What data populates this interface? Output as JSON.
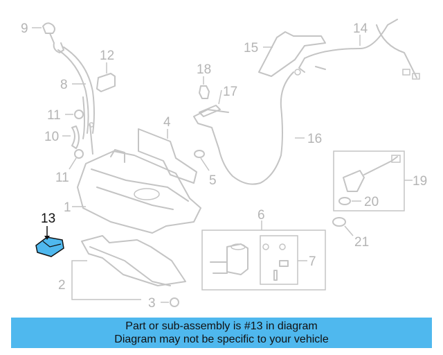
{
  "diagram": {
    "callouts": [
      "1",
      "2",
      "3",
      "4",
      "5",
      "6",
      "7",
      "8",
      "9",
      "10",
      "11",
      "11",
      "12",
      "13",
      "14",
      "15",
      "16",
      "17",
      "18",
      "19",
      "20",
      "21"
    ],
    "highlighted_callout": "13",
    "highlight_color": "#4fb8ee",
    "part_color": "#c4c4c4"
  },
  "banner": {
    "line1": "Part or sub-assembly is #13 in diagram",
    "line2": "Diagram may not be specific to your vehicle",
    "background": "#4fb8ee"
  }
}
